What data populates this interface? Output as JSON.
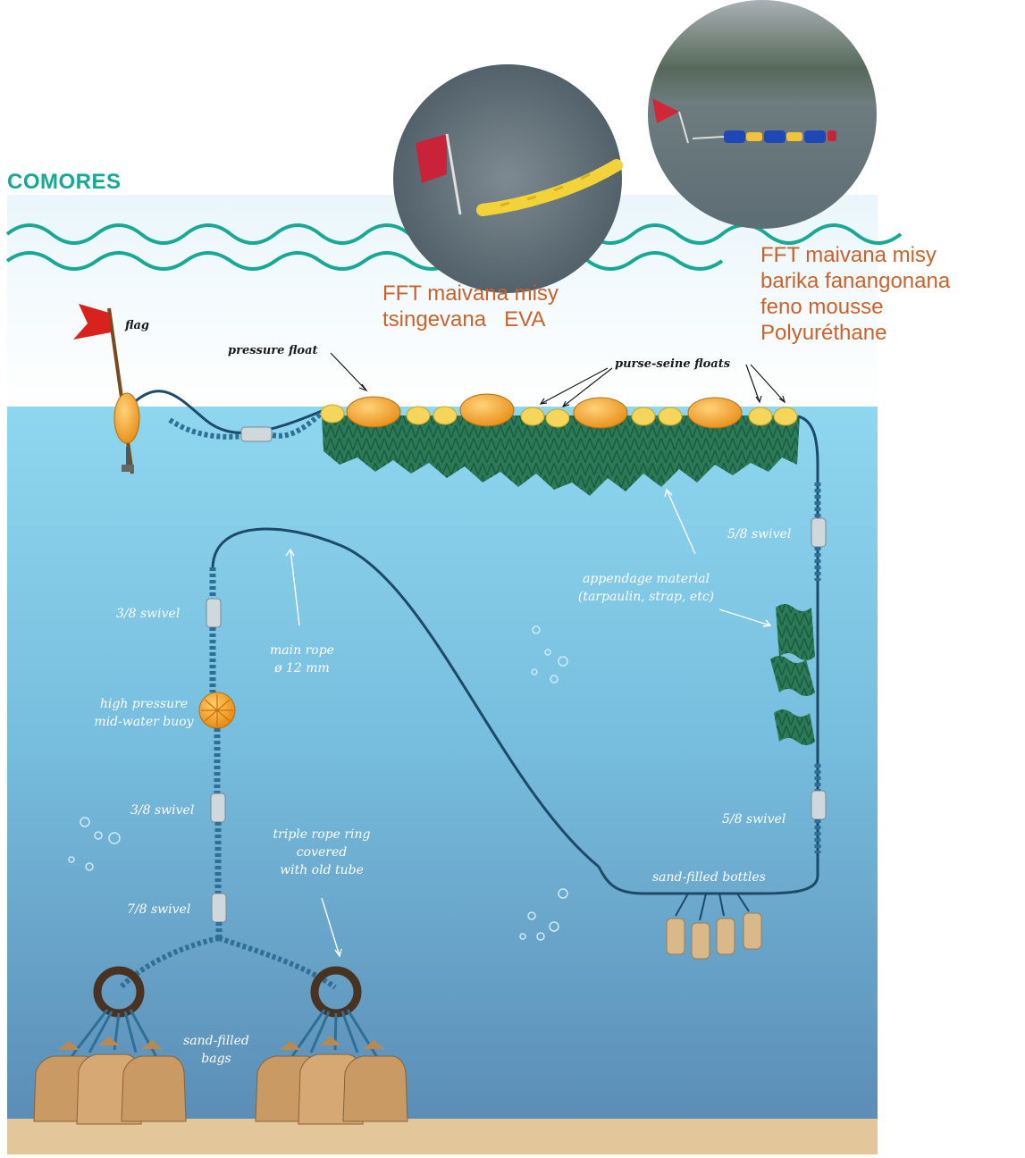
{
  "country": "COMORES",
  "photo_captions": {
    "left_lines": [
      "FFT maivana misy",
      "tsingevana   EVA"
    ],
    "right_lines": [
      "FFT maivana misy",
      "barika fanangonana",
      "feno mousse",
      "Polyuréthane"
    ]
  },
  "labels": {
    "flag": "flag",
    "pressure_float": "pressure float",
    "purse_seine_floats": "purse-seine floats",
    "swivel_5_8_top": "5/8 swivel",
    "appendage_line1": "appendage material",
    "appendage_line2": "(tarpaulin, strap, etc)",
    "swivel_3_8_top": "3/8 swivel",
    "main_rope_line1": "main rope",
    "main_rope_line2": "ø 12 mm",
    "buoy_line1": "high pressure",
    "buoy_line2": "mid-water buoy",
    "swivel_3_8_bottom": "3/8 swivel",
    "ring_line1": "triple rope ring",
    "ring_line2": "covered",
    "ring_line3": "with old tube",
    "swivel_5_8_bottom": "5/8 swivel",
    "swivel_7_8": "7/8 swivel",
    "bottles": "sand-filled bottles",
    "bags_line1": "sand-filled",
    "bags_line2": "bags"
  },
  "colors": {
    "sea_top": "#7ecbe6",
    "sea_bottom": "#5a8fb8",
    "seabed": "#e3c79a",
    "wave": "#17a896",
    "caption": "#c9632c",
    "country": "#17a896",
    "rope": "#1c4a68",
    "float": "#f2a22a",
    "small_float": "#f5d55a",
    "netting": "#2e7d5b"
  },
  "icons": [
    "flag-icon",
    "float-icon",
    "swivel-icon",
    "buoy-icon",
    "bottle-icon",
    "sandbag-icon",
    "ring-icon",
    "photo-eva-fad",
    "photo-polyurethane-fad"
  ]
}
